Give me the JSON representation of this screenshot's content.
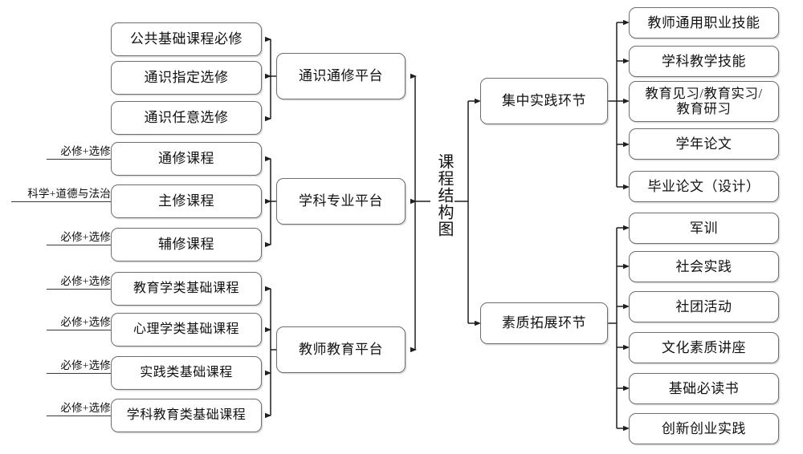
{
  "diagram": {
    "title": "课程结构图",
    "center_title": "课程结构图",
    "style": {
      "box_border_color": "#6d6d6d",
      "line_color": "#1f1f1f",
      "background": "#ffffff",
      "text_color": "#111111"
    },
    "platforms": [
      {
        "id": "general",
        "label": "通识通修平台"
      },
      {
        "id": "major",
        "label": "学科专业平台"
      },
      {
        "id": "teacher",
        "label": "教师教育平台"
      }
    ],
    "hubs": [
      {
        "id": "practice",
        "label": "集中实践环节"
      },
      {
        "id": "quality",
        "label": "素质拓展环节"
      }
    ],
    "groups": [
      {
        "id": "general-group",
        "platform": "通识通修平台",
        "courses": [
          {
            "label": "公共基础课程必修",
            "annotation": ""
          },
          {
            "label": "通识指定选修",
            "annotation": ""
          },
          {
            "label": "通识任意选修",
            "annotation": ""
          }
        ]
      },
      {
        "id": "major-group",
        "platform": "学科专业平台",
        "courses": [
          {
            "label": "通修课程",
            "annotation": "必修+选修"
          },
          {
            "label": "主修课程",
            "annotation": "科学+道德与法治"
          },
          {
            "label": "辅修课程",
            "annotation": "必修+选修"
          }
        ]
      },
      {
        "id": "teacher-group",
        "platform": "教师教育平台",
        "courses": [
          {
            "label": "教育学类基础课程",
            "annotation": "必修+选修"
          },
          {
            "label": "心理学类基础课程",
            "annotation": "必修+选修"
          },
          {
            "label": "实践类基础课程",
            "annotation": "必修+选修"
          },
          {
            "label": "学科教育类基础课程",
            "annotation": "必修+选修"
          }
        ]
      }
    ],
    "right_groups": [
      {
        "id": "practice-group",
        "hub": "集中实践环节",
        "items": [
          {
            "label": "教师通用职业技能"
          },
          {
            "label": "学科教学技能"
          },
          {
            "label": "教育见习/教育实习/\n教育研习"
          },
          {
            "label": "学年论文"
          },
          {
            "label": "毕业论文（设计）"
          }
        ]
      },
      {
        "id": "quality-group",
        "hub": "素质拓展环节",
        "items": [
          {
            "label": "军训"
          },
          {
            "label": "社会实践"
          },
          {
            "label": "社团活动"
          },
          {
            "label": "文化素质讲座"
          },
          {
            "label": "基础必读书"
          },
          {
            "label": "创新创业实践"
          }
        ]
      }
    ]
  }
}
